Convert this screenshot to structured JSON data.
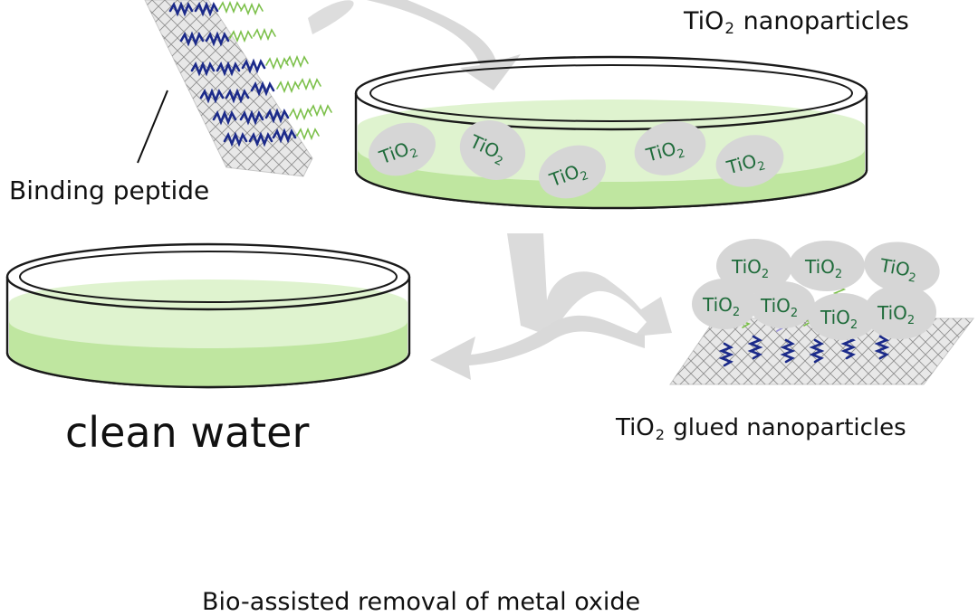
{
  "labels": {
    "tio2_nanoparticles": {
      "prefix": "TiO",
      "sub": "2",
      "suffix": " nanoparticles"
    },
    "binding_peptide": "Binding peptide",
    "glued_nanoparticles": {
      "prefix": "TiO",
      "sub": "2",
      "suffix": " glued nanoparticles"
    },
    "clean_water": "clean water",
    "caption": "Bio-assisted removal of metal oxide"
  },
  "particle_label": {
    "prefix": "TiO",
    "sub": "2"
  },
  "colors": {
    "water_light": "#dff3cf",
    "water_mid": "#bfe6a0",
    "dish_outline": "#1a1a1a",
    "particle_fill": "#d6d6d6",
    "particle_text": "#1e6b3a",
    "arrow": "#d9d9d9",
    "peptide_dark": "#1b2a8a",
    "peptide_light": "#7cc04a",
    "peptide_lavender": "#9b93d6",
    "surface_fill": "#e8e8e8"
  },
  "icons": [
    "petri-dish-icon",
    "curved-arrow-icon",
    "peptide-strand-icon",
    "mesh-surface-icon",
    "nanoparticle-icon"
  ]
}
